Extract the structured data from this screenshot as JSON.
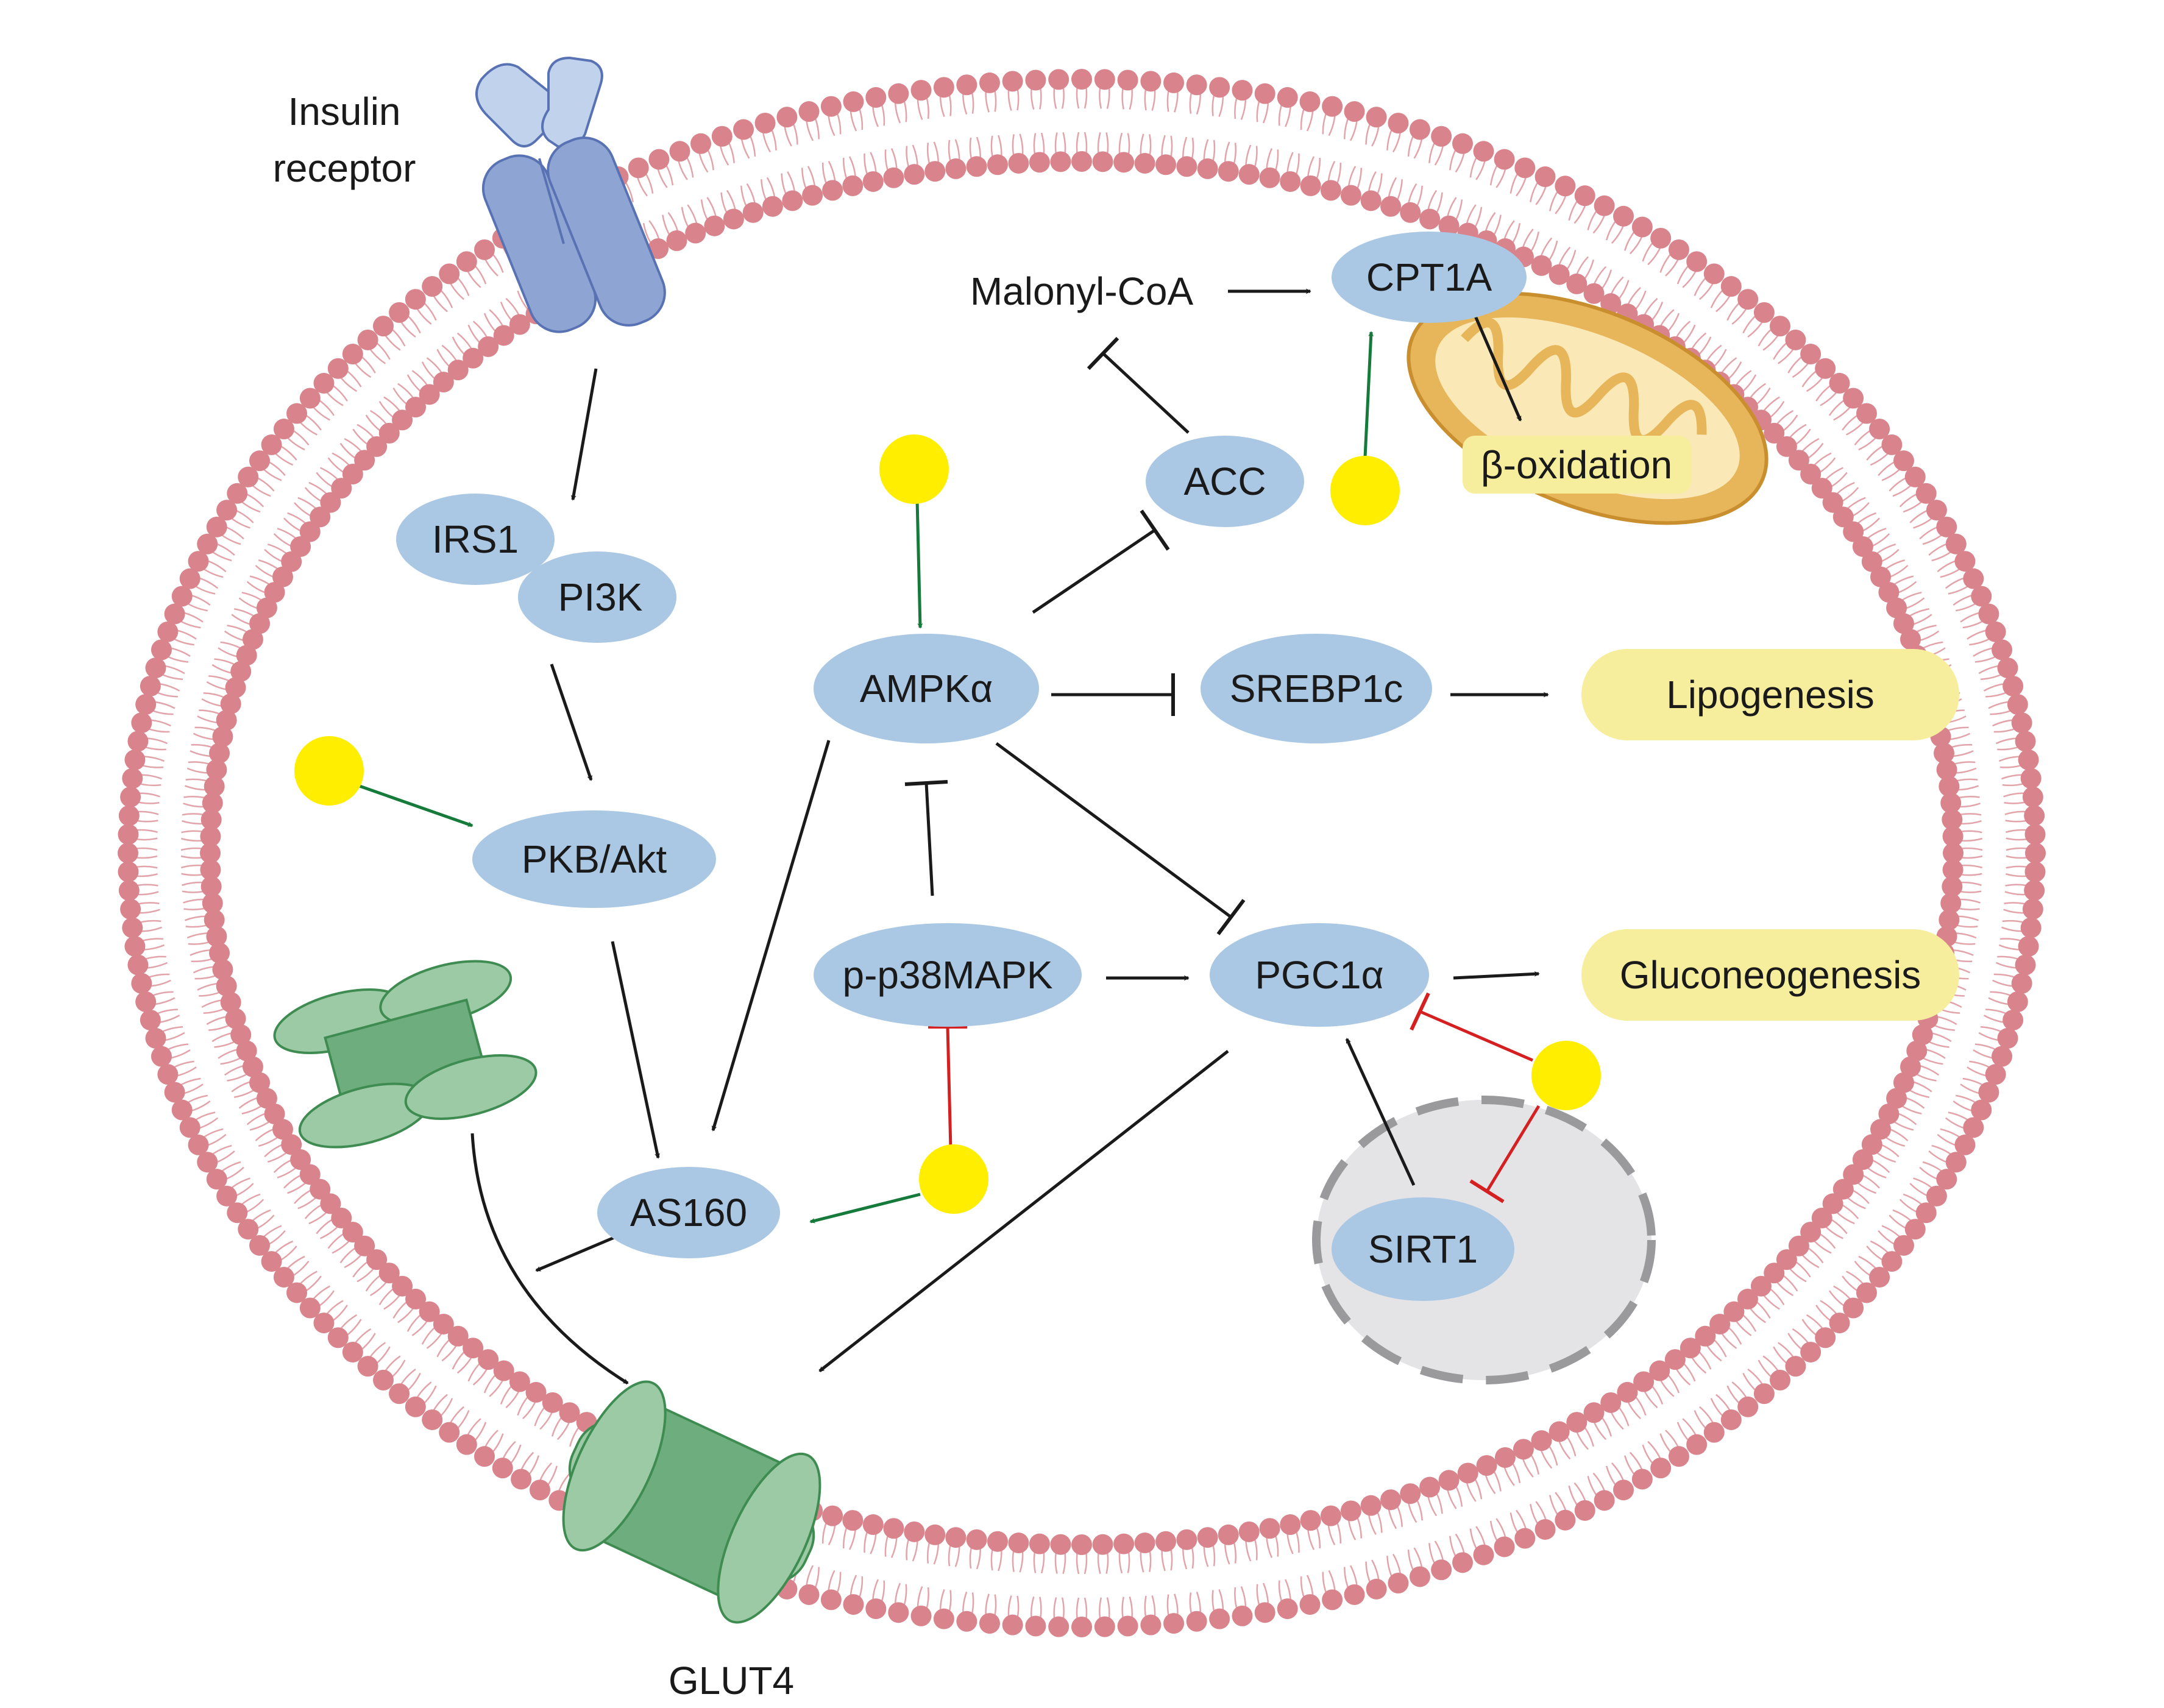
{
  "colors": {
    "membrane_head": "#d9848c",
    "membrane_tail": "#e2a3aa",
    "node_fill": "#aac8e3",
    "outcome_fill": "#f6ee9c",
    "ligand": "#ffee00",
    "activation_green": "#157a3a",
    "inhibition_red": "#d42020",
    "arrow_black": "#1a1a1a",
    "receptor_light": "#c0d2ec",
    "receptor_dark": "#8ea4d2",
    "glut_light": "#9ccaa4",
    "glut_dark": "#6ead7e",
    "mito_outer": "#e7b55a",
    "mito_inner": "#fae9b6",
    "nucleus_fill": "#e4e3e6",
    "nucleus_border": "#9a999c"
  },
  "labels": {
    "insulin_receptor_line1": "Insulin",
    "insulin_receptor_line2": "receptor",
    "glut4": "GLUT4",
    "malonyl_coa": "Malonyl-CoA"
  },
  "nodes": {
    "irs1": "IRS1",
    "pi3k": "PI3K",
    "pkb_akt": "PKB/Akt",
    "as160": "AS160",
    "ampk": "AMPKα",
    "acc": "ACC",
    "cpt1a": "CPT1A",
    "srebp1c": "SREBP1c",
    "p38": "p-p38MAPK",
    "pgc1a": "PGC1α",
    "sirt1": "SIRT1"
  },
  "outcomes": {
    "beta_oxidation": "β-oxidation",
    "lipogenesis": "Lipogenesis",
    "gluconeogenesis": "Gluconeogenesis"
  },
  "icons": {
    "ligand": "yellow-circle",
    "receptor": "insulin-receptor-icon",
    "transporter": "glut4-transporter-icon",
    "organelle": "mitochondrion-icon",
    "nucleus": "nucleus-icon"
  }
}
